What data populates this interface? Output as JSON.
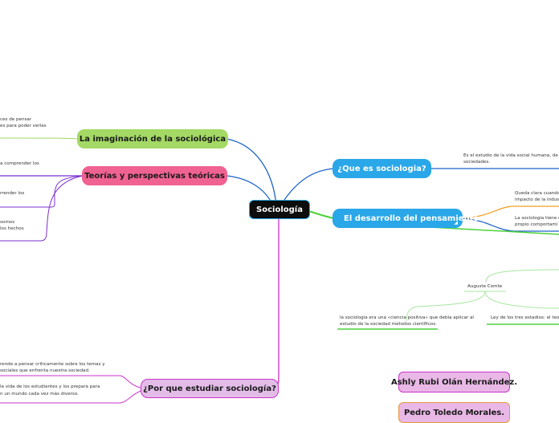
{
  "root": {
    "label": "Sociología"
  },
  "branches": {
    "imaginacion": "La imaginación de la sociológica",
    "teorias": "Teorías y perspectivas teóricas",
    "que_es": "¿Que es sociologia?",
    "desarrollo": "El desarrollo del pensamiento",
    "por_que": "¿Por que estudiar sociología?"
  },
  "leaves": {
    "imaginacion_1a": "ces de pensar",
    "imaginacion_1b": "es para poder verlas",
    "teorias_1": "a comprender los",
    "teorias_2": "rrender los",
    "teorias_3a": "somos",
    "teorias_3b": "los hechos",
    "que_es_1a": "Es el estudio de la vida social humana, de s",
    "que_es_1b": "sociedades.",
    "desarrollo_1a": "Queda clara cuando",
    "desarrollo_1b": "impacto de la indus",
    "desarrollo_2a": "La sociologia tiene c",
    "desarrollo_2b": "propio comportami",
    "auguste": "Auguste Comte",
    "comte_1a": "la sociologia era una «ciencia positiva» que debía aplicar al",
    "comte_1b": "estudio de la sociedad métodos científicos.",
    "comte_2": "Ley de los tres estadios: el teolo",
    "por_que_1a": "rende a pensar criticamente sobre los temas y",
    "por_que_1b": "sociales que enfrenta nuestra sociedad.",
    "por_que_2a": "la vida de los estudiantes y los prepara para",
    "por_que_2b": "n un mundo cada vez más diverso."
  },
  "authors": [
    "Ashly Rubi Olán Hernández.",
    "Pedro Toledo Morales."
  ],
  "colors": {
    "root": "#0d0d0d",
    "imaginacion": "#a3d964",
    "teorias": "#f06292",
    "blue": "#2aa7e8",
    "por_que": "#e3bde8",
    "author": "#e9b8e6",
    "green_line": "#4cd13a",
    "purple_line": "#7b2fd1",
    "magenta_line": "#cc33cc"
  }
}
